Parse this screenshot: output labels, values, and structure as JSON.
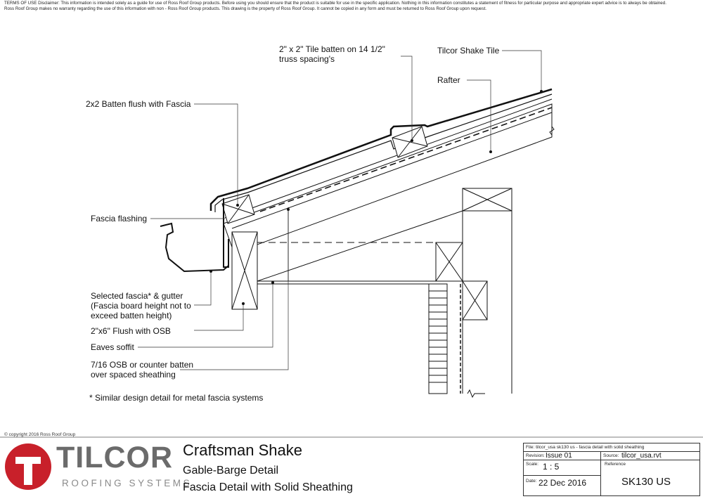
{
  "disclaimer": {
    "line1": "TERMS OF USE Disclaimer: This information is intended solely as a guide for use of Ross Roof Group products. Before using you should ensure that the product is suitable for use in the specific application. Nothing in this information constitutes a statement of fitness for particular purpose and appropriate expert advice is to always be obtained.",
    "line2": "Ross Roof Group makes no warranty regarding the use of this information with non - Ross Roof Group products. This drawing is the property of Ross Roof Group. It cannot be copied in any form and must be returned to Ross Roof Group upon request."
  },
  "labels": {
    "tile_batten": [
      "2\" x 2\"  Tile batten on 14 1/2\"",
      "truss spacing's"
    ],
    "shake_tile": "Tilcor Shake Tile",
    "rafter": "Rafter",
    "batten_flush": "2x2 Batten flush with Fascia",
    "fascia_flashing": "Fascia flashing",
    "fascia_gutter": [
      "Selected fascia* & gutter",
      "(Fascia board height not to",
      "exceed batten height)"
    ],
    "flush_osb": "2\"x6\" Flush with OSB",
    "eaves_soffit": "Eaves soffit",
    "osb": [
      "7/16 OSB or counter batten",
      "over spaced sheathing"
    ],
    "note": "* Similar design detail for metal fascia systems"
  },
  "copyright": "© copyright 2016 Ross Roof Group",
  "brand": {
    "name": "TILCOR",
    "tagline": "ROOFING SYSTEMS",
    "accent_color": "#c8202a",
    "text_color": "#6b6b6b"
  },
  "title": {
    "main": "Craftsman Shake",
    "sub1": "Gable-Barge Detail",
    "sub2": "Fascia Detail with Solid Sheathing"
  },
  "title_block": {
    "file": "File: tilcor_usa sk130 us - fascia detail with solid sheathing",
    "revision_label": "Revision:",
    "revision_value": "Issue 01",
    "source_label": "Source:",
    "source_value": "tilcor_usa.rvt",
    "scale_label": "Scale:",
    "scale_value": "1 : 5",
    "reference_label": "Reference",
    "date_label": "Date:",
    "date_value": "22 Dec 2016",
    "reference_value": "SK130 US"
  }
}
